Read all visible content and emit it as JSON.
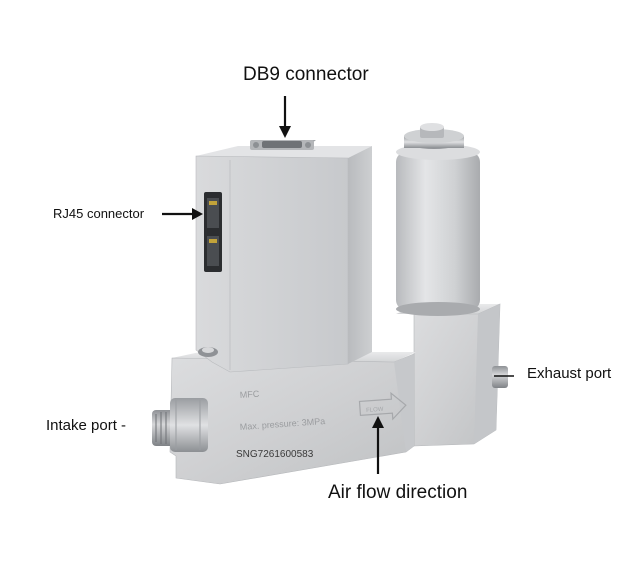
{
  "labels": {
    "db9": "DB9 connector",
    "rj45": "RJ45 connector",
    "exhaust": "Exhaust port",
    "intake": "Intake port -",
    "airflow": "Air flow direction"
  },
  "device": {
    "engraving_line1": "MFC",
    "engraving_line2": "Max. pressure: 3MPa",
    "flow_arrow_text": "FLOW",
    "serial": "SNG7261600583"
  },
  "colors": {
    "housing_grey": "#c9cbce",
    "steel": "#d2d4d6",
    "arrow": "#111111"
  }
}
